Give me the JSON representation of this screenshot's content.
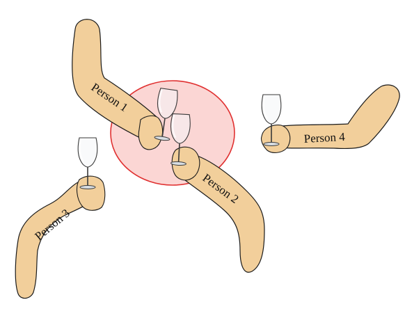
{
  "highlight": {
    "fill": "#f8b4b0",
    "stroke": "#e03030"
  },
  "skin_color": "#f2cf9b",
  "people": [
    {
      "label": "Person 1"
    },
    {
      "label": "Person 2"
    },
    {
      "label": "Person 3"
    },
    {
      "label": "Person 4"
    }
  ]
}
